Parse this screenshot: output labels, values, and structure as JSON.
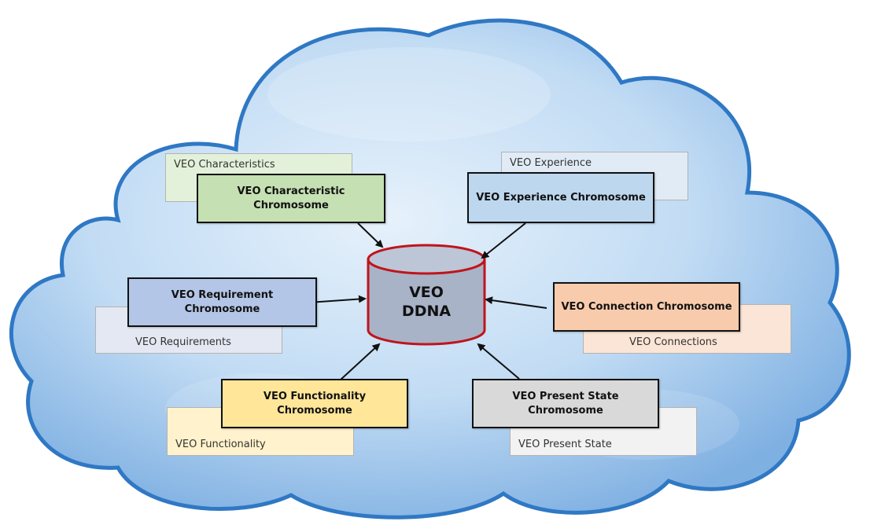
{
  "colors": {
    "cloud_fill": "#b8d6f2",
    "cloud_stroke": "#2f78c4",
    "db_fill": "#a8b3c7",
    "db_stroke": "#c0141b",
    "characteristic": "#c5e0b3",
    "characteristics_back": "#e4f1da",
    "experience": "#bdd7ee",
    "experience_back": "#e0ebf5",
    "requirement": "#b4c6e7",
    "requirements_back": "#e3e8f2",
    "connection": "#f8cbad",
    "connections_back": "#fbe5d6",
    "functionality": "#ffe699",
    "functionality_back": "#fff2cc",
    "present_state": "#d9d9d9",
    "present_state_back": "#f2f2f2"
  },
  "database": {
    "line1": "VEO",
    "line2": "DDNA"
  },
  "chromosomes": {
    "characteristic": "VEO Characteristic Chromosome",
    "experience": "VEO Experience Chromosome",
    "requirement": "VEO Requirement Chromosome",
    "connection": "VEO Connection Chromosome",
    "functionality": "VEO Functionality Chromosome",
    "present_state": "VEO Present State Chromosome"
  },
  "sources": {
    "characteristics": "VEO Characteristics",
    "experience": "VEO Experience",
    "requirements": "VEO Requirements",
    "connections": "VEO Connections",
    "functionality": "VEO Functionality",
    "present_state": "VEO Present State"
  }
}
